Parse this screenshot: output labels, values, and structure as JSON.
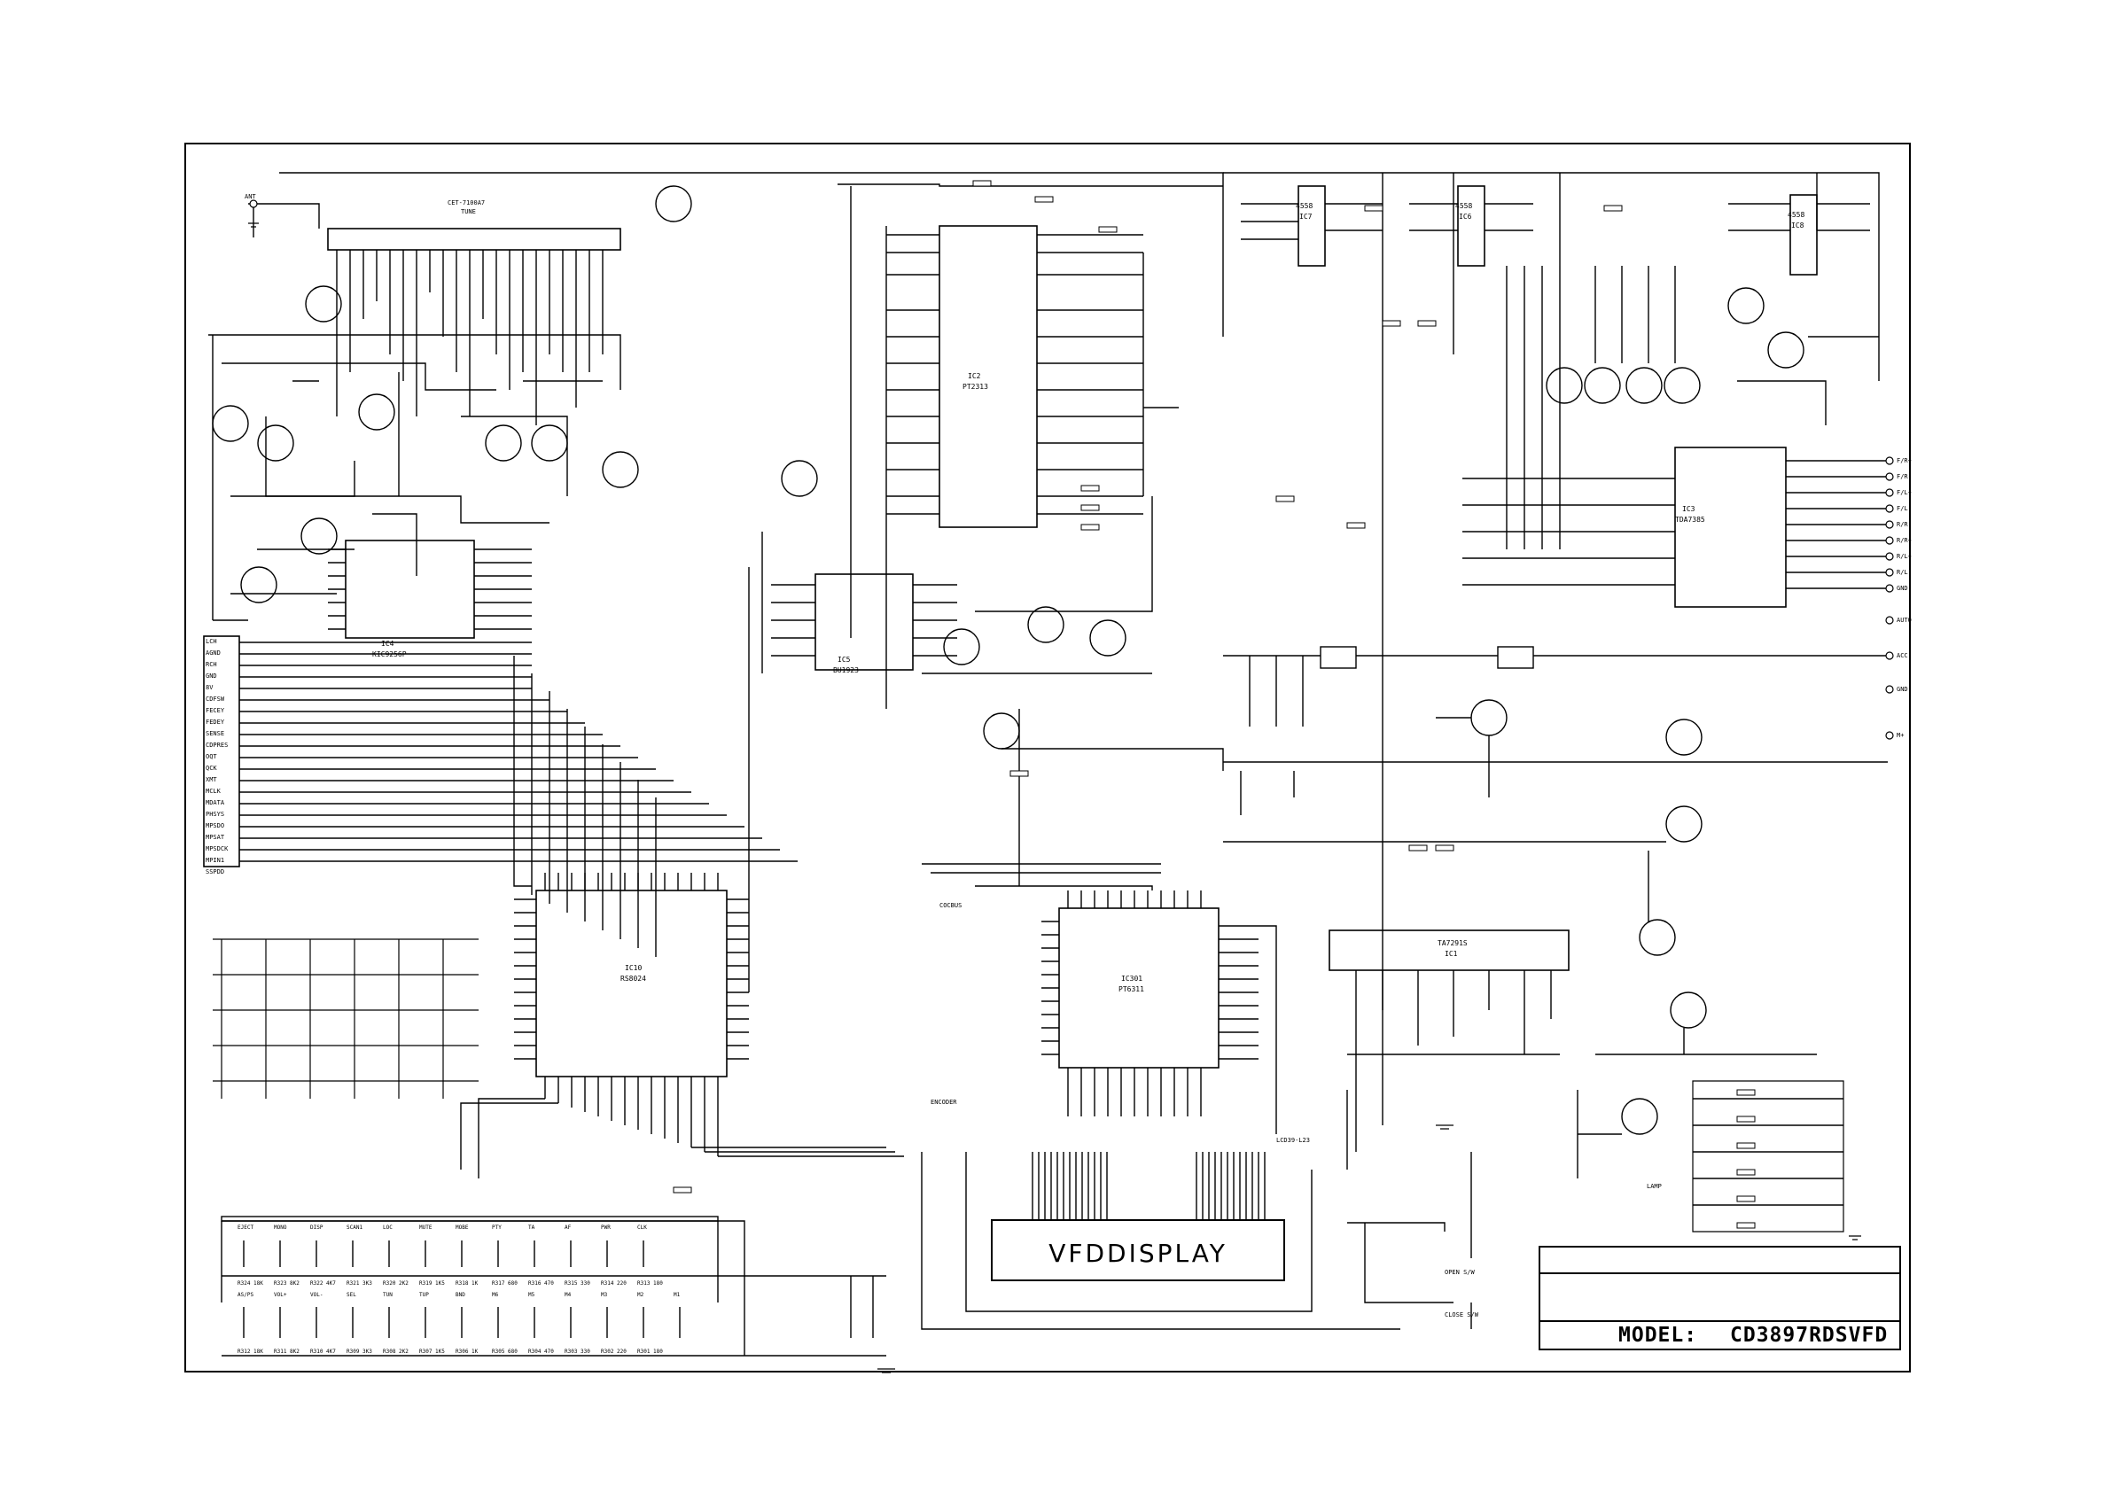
{
  "title_block": {
    "model_label": "MODEL:",
    "model_value": "CD3897RDSVFD"
  },
  "display": {
    "label": "VFDDISPLAY"
  },
  "ics": [
    {
      "ref": "IC10",
      "part": "RS8024"
    },
    {
      "ref": "IC301",
      "part": "PT6311"
    },
    {
      "ref": "IC1",
      "part": "TA7291S"
    },
    {
      "ref": "IC3",
      "part": "TDA7385"
    },
    {
      "ref": "IC5",
      "part": "BU1923"
    },
    {
      "ref": "IC4",
      "part": "KIC9256P"
    },
    {
      "ref": "IC2",
      "part": "PT2313"
    },
    {
      "ref": "IC7",
      "part": "4558"
    },
    {
      "ref": "IC6",
      "part": "4558"
    },
    {
      "ref": "IC8",
      "part": "4558"
    }
  ],
  "tuner": {
    "label": "CET-7100A7",
    "sublabel": "TUNE"
  },
  "connector_left": [
    "LCH",
    "AGND",
    "RCH",
    "GND",
    "8V",
    "CDFSW",
    "FECEY",
    "FEDEY",
    "SENSE",
    "CDPRES",
    "OQT",
    "QCK",
    "XMT",
    "MCLK",
    "MDATA",
    "PHSYS",
    "MPSDO",
    "MPSAT",
    "MPSDCK",
    "MPIN1",
    "SSPDD"
  ],
  "output_labels": [
    "F/R+",
    "F/R-",
    "F/L+",
    "F/L-",
    "R/R-",
    "R/R+",
    "R/L+",
    "R/L-",
    "GND",
    "AUTO",
    "ACC",
    "M+",
    "GND"
  ],
  "keys_top": [
    "EJECT",
    "MONO",
    "DISP",
    "SCAN1",
    "LOC",
    "MUTE",
    "MOBE",
    "PTY",
    "TA",
    "AF",
    "PWR",
    "CLK"
  ],
  "keys_bottom": [
    "AS/PS",
    "VOL+",
    "VOL-",
    "SEL",
    "TUN",
    "TUP",
    "BND",
    "M6",
    "M5",
    "M4",
    "M3",
    "M2",
    "M1"
  ],
  "keys_top_resistors": [
    "R324 18K",
    "R323 8K2",
    "R322 4K7",
    "R321 3K3",
    "R320 2K2",
    "R319 1K5",
    "R318 1K",
    "R317 680",
    "R316 470",
    "R315 330",
    "R314 220",
    "R313 180"
  ],
  "keys_bottom_resistors": [
    "R312 18K",
    "R311 8K2",
    "R310 4K7",
    "R309 3K3",
    "R308 2K2",
    "R307 1K5",
    "R306 1K",
    "R305 680",
    "R304 470",
    "R303 330",
    "R302 220",
    "R301 180"
  ],
  "switches": [
    "OPEN S/W",
    "CLOSE S/W"
  ],
  "misc_labels": [
    "ANT",
    "ENCODER",
    "COCBUS",
    "LCD39-L23",
    "LAMP"
  ],
  "colors": {
    "line": "#000000",
    "background": "#ffffff"
  }
}
